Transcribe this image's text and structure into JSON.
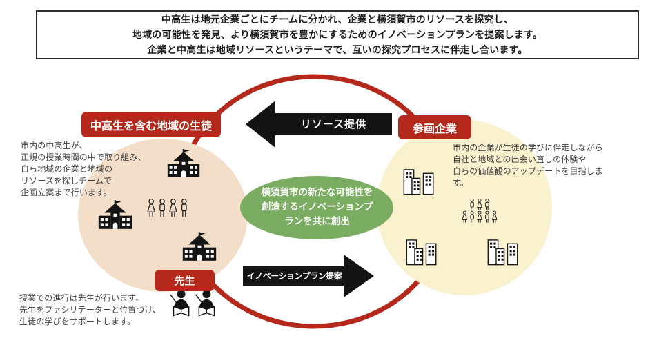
{
  "header": {
    "line1": "中高生は地元企業ごとにチームに分かれ、企業と横須賀市のリソースを探究し、",
    "line2": "地域の可能性を発見、より横須賀市を豊かにするためのイノベーションプランを提案します。",
    "line3": "企業と中高生は地域リソースというテーマで、互いの探究プロセスに伴走し合います。"
  },
  "diagram": {
    "left_label": "中高生を含む地域の生徒",
    "right_label": "参画企業",
    "teacher_label": "先生",
    "arrow_top": "リソース提供",
    "arrow_bottom": "イノベーションプラン提案",
    "center_text": {
      "line1": "横須賀市の新たな可能性を",
      "line2": "創造するイノベーションプ",
      "line3": "ランを共に創出"
    },
    "left_text": [
      "市内の中高生が、",
      "正規の授業時間の中で取り組み、",
      "自ら地域の企業と地域の",
      "リソースを探しチームで",
      "企画立案まで行います。"
    ],
    "right_text": [
      "市内の企業が生徒の学びに伴走しながら",
      "自社と地域との出会い直しの体験や",
      "自らの価値観のアップデートを目指します。"
    ],
    "teacher_text": [
      "授業での進行は先生が行います。",
      "先生をファシリテーターと位置づけ、",
      "生徒の学びをサポートします。"
    ]
  },
  "icons": {
    "school": "school-building-icon",
    "students": "students-group-icon",
    "company": "office-buildings-icon",
    "employees": "employees-group-icon",
    "teachers": "teachers-with-books-icon"
  },
  "colors": {
    "ring_red": "#b5291d",
    "label_red": "#b5291d",
    "student_circle_tan": "#f3dfc9",
    "company_circle_yellow": "#faf1ce",
    "center_green": "#7aad61",
    "arrow_black": "#141414"
  }
}
